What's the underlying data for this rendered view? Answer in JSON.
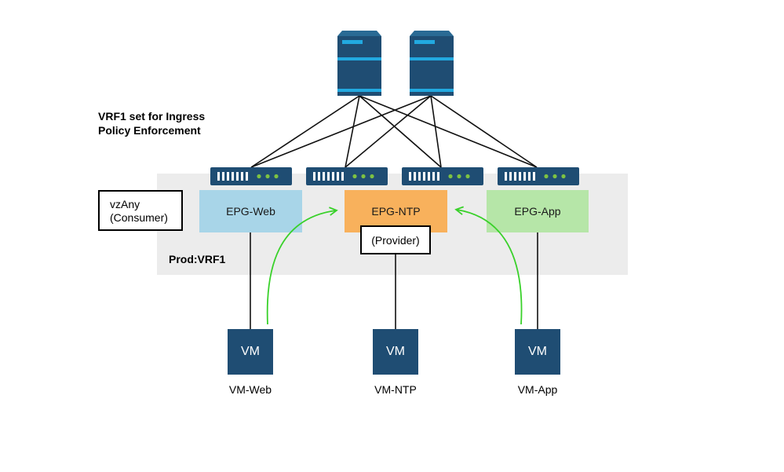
{
  "title_lines": [
    "VRF1 set for Ingress",
    "Policy Enforcement"
  ],
  "vrf_label": "Prod:VRF1",
  "vzany": {
    "line1": "vzAny",
    "line2": "(Consumer)"
  },
  "provider_label": "(Provider)",
  "epgs": {
    "web": "EPG-Web",
    "ntp": "EPG-NTP",
    "app": "EPG-App"
  },
  "vms": {
    "web": {
      "box": "VM",
      "label": "VM-Web"
    },
    "ntp": {
      "box": "VM",
      "label": "VM-NTP"
    },
    "app": {
      "box": "VM",
      "label": "VM-App"
    }
  },
  "colors": {
    "server": "#1f4d73",
    "server_stripe": "#22a9e0",
    "leaf_dot": "#7dc242",
    "epg_web": "#a8d5e8",
    "epg_ntp": "#f8b15c",
    "epg_app": "#b6e6a8",
    "vm_box": "#1f4d73",
    "arrow": "#39d12a",
    "vrf_area": "#ececec"
  }
}
